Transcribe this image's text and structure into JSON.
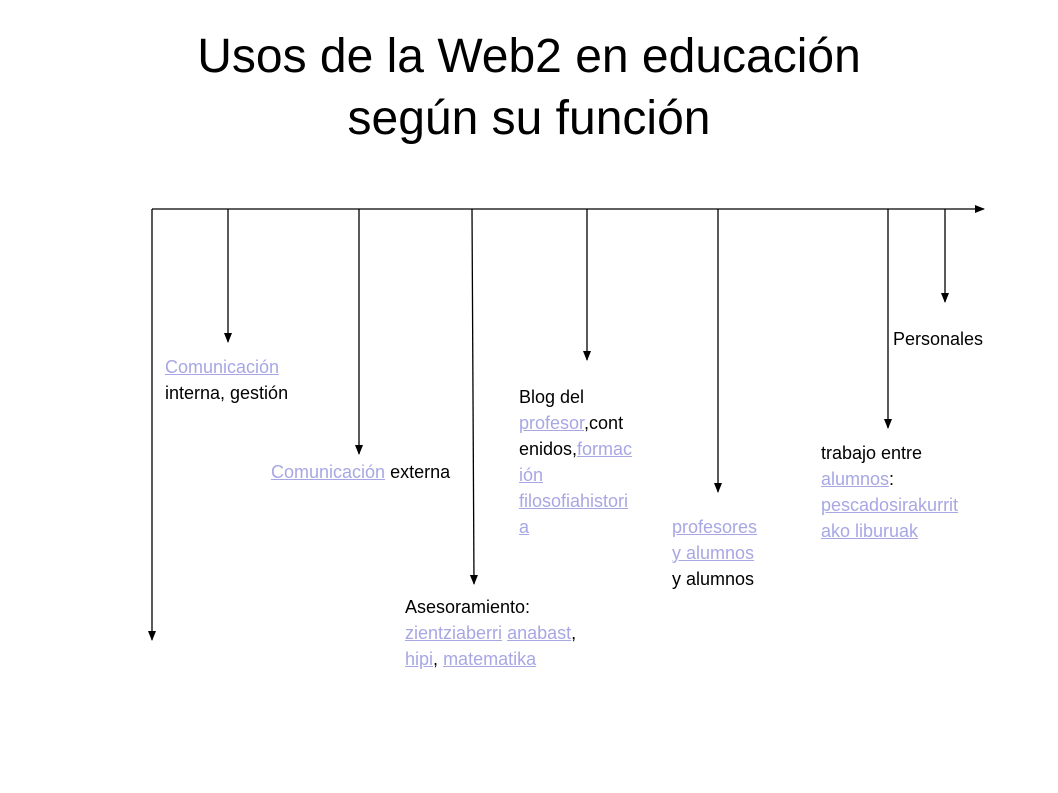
{
  "title": {
    "line1": "Usos de la Web2 en educación",
    "line2": "según su función"
  },
  "colors": {
    "text": "#000000",
    "link": "#a7a7e4",
    "line": "#000000"
  },
  "labels": {
    "interna": {
      "link": "Comunicación",
      "text": "interna, gestión"
    },
    "externa": {
      "link": "Comunicación",
      "text": "externa"
    },
    "asesoramiento": {
      "heading": "Asesoramiento:",
      "link1": "zientziaberri",
      "link2": "anabast",
      "comma1": ",",
      "link3": "hipi",
      "comma2": ",",
      "link4": "matematika"
    },
    "blog": {
      "line1": "Blog del",
      "link1": "profesor",
      "text1": ",cont",
      "text2": "enidos,",
      "link2_part1": "formac",
      "link2_part2": "ión",
      "link2_part3": "filosofiahistori",
      "link2_part4": "a"
    },
    "profesores": {
      "link_line1": "profesores",
      "link_line2": "y alumnos",
      "text": "y alumnos"
    },
    "trabajo": {
      "line1": "trabajo entre",
      "link1": "alumnos",
      "colon": ":",
      "link2_line1": "pescadosirakurrit",
      "link2_line2": "ako liburuak"
    },
    "personales": {
      "text": "Personales"
    }
  }
}
